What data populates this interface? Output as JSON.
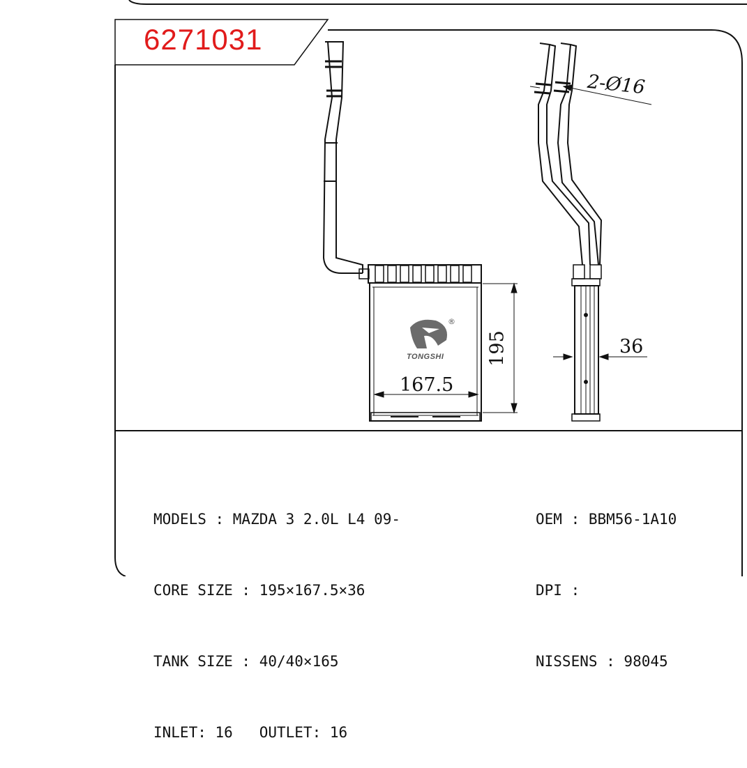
{
  "part_number": "6271031",
  "brand": "TONGSHI",
  "trademark_symbol": "®",
  "dimensions": {
    "core_height": "195",
    "core_width": "167.5",
    "core_depth": "36",
    "pipes": "2-Ø16"
  },
  "specs_left": {
    "models": "MODELS : MAZDA 3 2.0L L4 09-",
    "core_size": "CORE SIZE : 195×167.5×36",
    "tank_size": "TANK SIZE : 40/40×165",
    "inlet_outlet": "INLET: 16   OUTLET: 16"
  },
  "specs_right": {
    "oem": "OEM : BBM56-1A10",
    "dpi": "DPI :",
    "nissens": "NISSENS : 98045"
  },
  "colors": {
    "part_number": "#e11b1b",
    "line": "#111111",
    "logo": "#6b6b6b"
  }
}
